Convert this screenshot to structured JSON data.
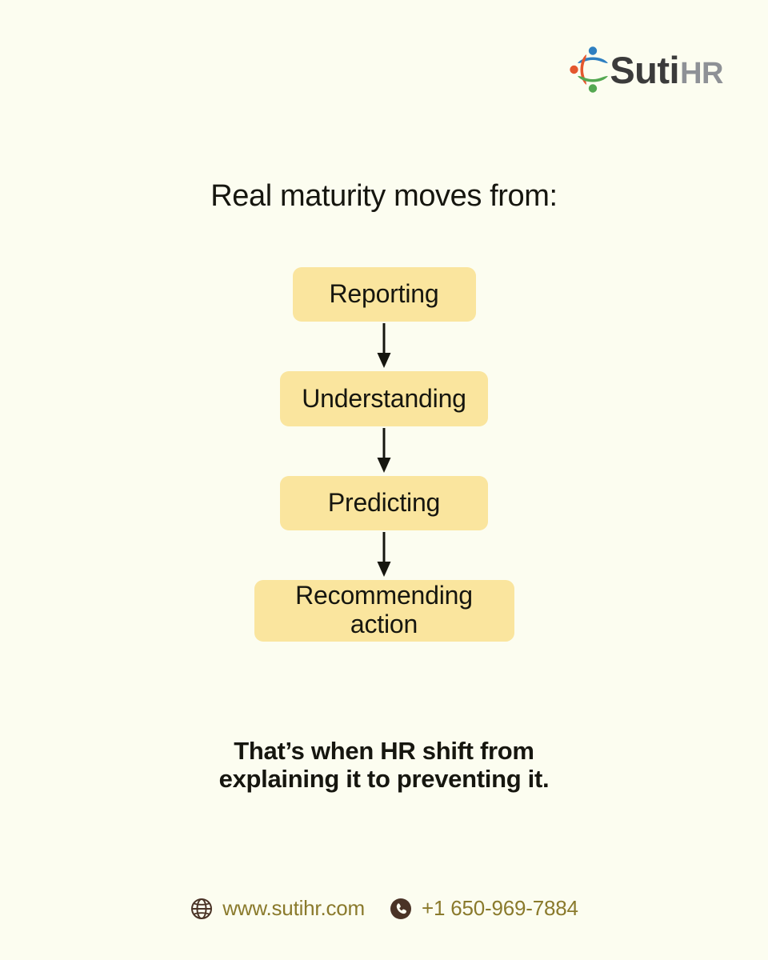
{
  "brand": {
    "logo_suti": "Suti",
    "logo_hr": "HR",
    "logo_mark_name": "sutihr-circular-people-mark",
    "colors": {
      "background": "#FCFDF0",
      "box_fill": "#FAE59E",
      "text": "#16160F",
      "footer_text": "#8A7A2C",
      "footer_icon": "#4A3326",
      "logo_suti": "#3B3B3B",
      "logo_hr": "#8E9196",
      "logo_blue": "#2E7FC1",
      "logo_orange": "#E4572E",
      "logo_green": "#54A851"
    }
  },
  "headline": "Real maturity moves from:",
  "flow": {
    "steps": [
      {
        "label": "Reporting"
      },
      {
        "label": "Understanding"
      },
      {
        "label": "Predicting"
      },
      {
        "label_line1": "Recommending",
        "label_line2": "action"
      }
    ],
    "arrow_icon": "arrow-down-icon",
    "arrow_count": 3
  },
  "tagline": {
    "line1": "That’s when HR shift from",
    "line2": "explaining it to preventing it."
  },
  "footer": {
    "website": "www.sutihr.com",
    "website_icon": "globe-icon",
    "phone": "+1 650-969-7884",
    "phone_icon": "phone-icon"
  }
}
